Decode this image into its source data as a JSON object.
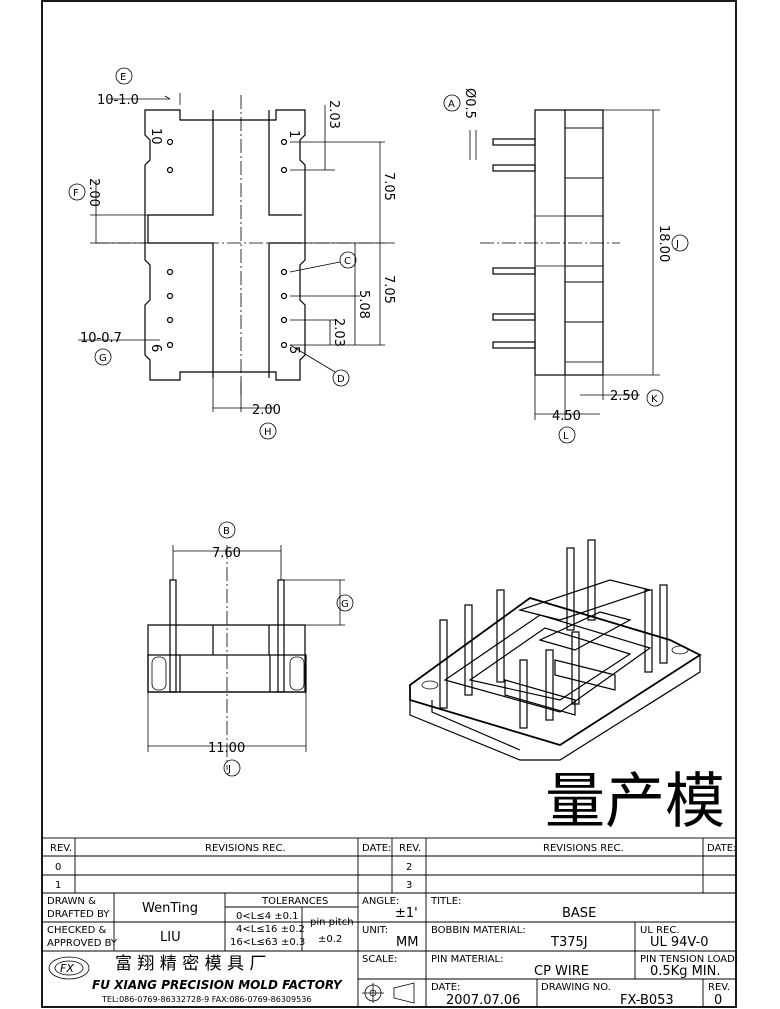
{
  "drawing": {
    "top_view": {
      "callouts": [
        "E",
        "F",
        "C",
        "G",
        "H",
        "D"
      ],
      "dims": [
        "10-1.0",
        "2.03",
        "2.00",
        "7.05",
        "7.05",
        "5.08",
        "2.03",
        "10-0.7",
        "2.00"
      ],
      "pin_numbers": [
        "10",
        "1",
        "6",
        "5"
      ]
    },
    "side_view": {
      "callouts": [
        "A",
        "J",
        "K",
        "L"
      ],
      "dims": [
        "Ø0.5",
        "18.00",
        "2.50",
        "4.50"
      ]
    },
    "front_view": {
      "callouts": [
        "B",
        "G",
        "J"
      ],
      "dims": [
        "7.60",
        "11.00"
      ]
    },
    "stamp": "量产模"
  },
  "title_block": {
    "revisions": {
      "rev_label": "REV.",
      "records_label": "REVISIONS REC.",
      "date_label": "DATE:",
      "rows_left": [
        "0",
        "1"
      ],
      "rows_right": [
        "2",
        "3"
      ]
    },
    "drawn_by_label": "DRAWN & DRAFTED BY",
    "drawn_by": "WenTing",
    "checked_by_label": "CHECKED & APPROVED BY",
    "checked_by": "LIU",
    "tolerances": {
      "label": "TOLERANCES",
      "rows": [
        "0<L≤4  ±0.1",
        "4<L≤16 ±0.2",
        "16<L≤63 ±0.3"
      ],
      "pin_pitch_label": "pin pitch",
      "pin_pitch": "±0.2"
    },
    "angle_label": "ANGLE:",
    "angle": "±1'",
    "unit_label": "UNIT:",
    "unit": "MM",
    "scale_label": "SCALE:",
    "title_label": "TITLE:",
    "title": "BASE",
    "bobbin_material_label": "BOBBIN MATERIAL:",
    "bobbin_material": "T375J",
    "ul_label": "UL REC.",
    "ul": "UL 94V-0",
    "pin_material_label": "PIN MATERIAL:",
    "pin_material": "CP WIRE",
    "pin_tension_label": "PIN TENSION LOAD:",
    "pin_tension": "0.5Kg MIN.",
    "date_label": "DATE:",
    "date": "2007.07.06",
    "drawing_no_label": "DRAWING NO.",
    "drawing_no": "FX-B053",
    "rev_label": "REV.",
    "rev": "0",
    "company_cn": "富 翔 精 密 模 具 厂",
    "company_en": "FU XIANG PRECISION MOLD FACTORY",
    "company_contact": "TEL:086-0769-86332728-9  FAX:086-0769-86309536",
    "logo_text": "FX"
  }
}
